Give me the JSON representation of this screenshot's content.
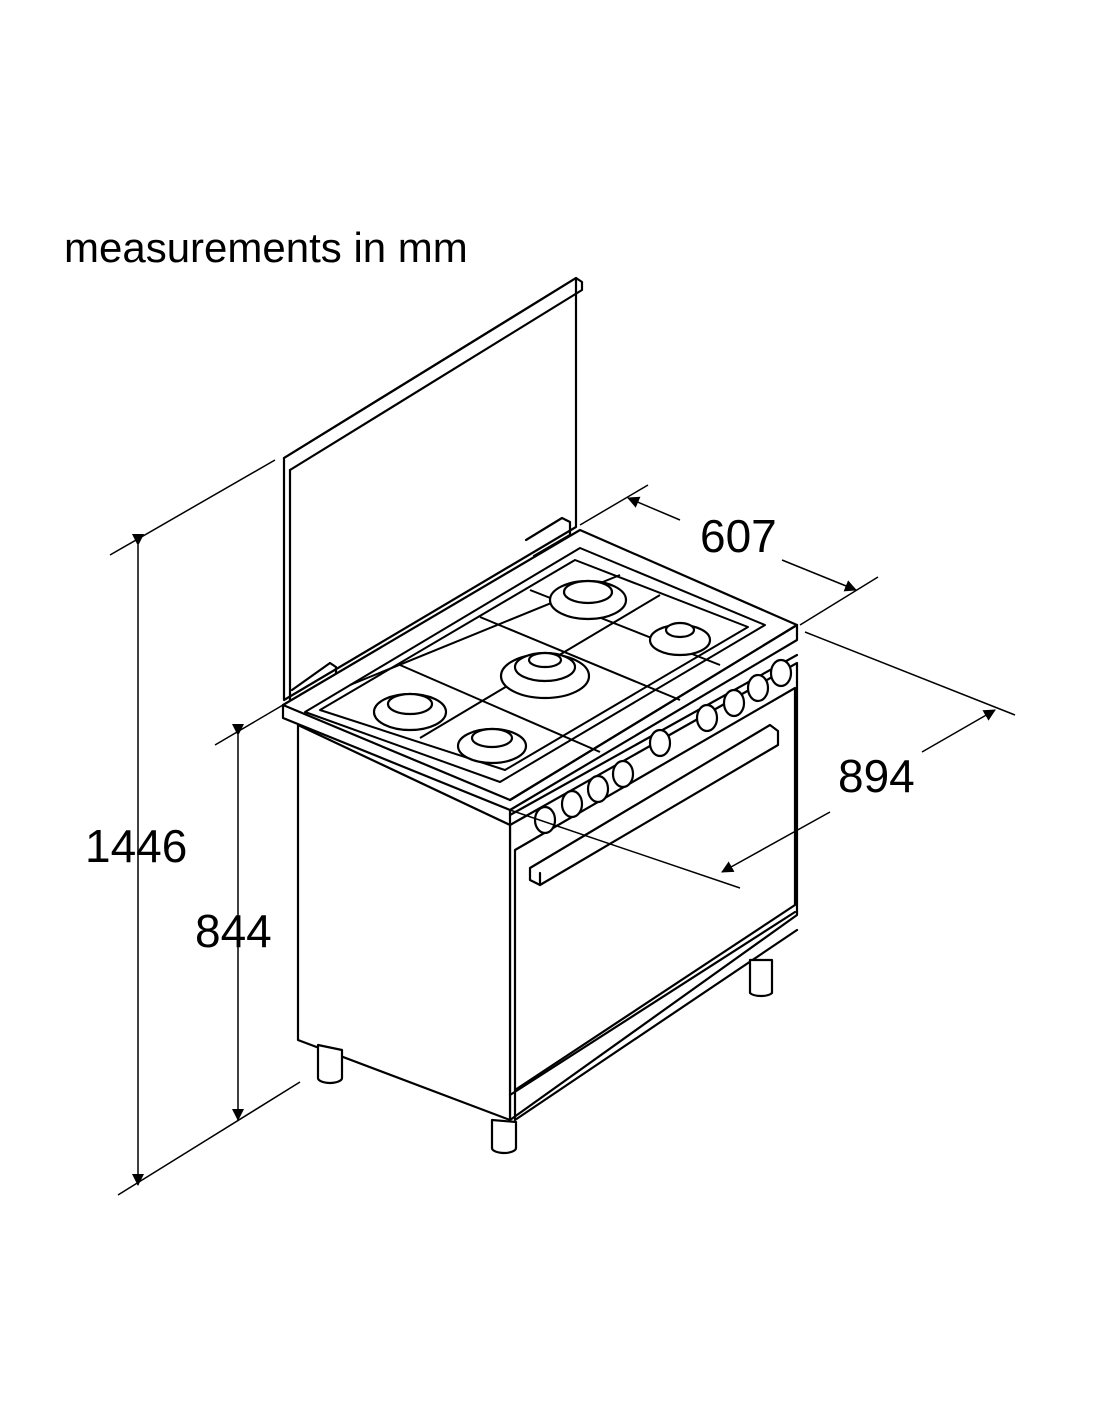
{
  "title": "measurements in mm",
  "dimensions": {
    "total_height": "1446",
    "body_height": "844",
    "depth": "607",
    "width": "894"
  },
  "colors": {
    "line": "#000000",
    "background": "#ffffff"
  }
}
